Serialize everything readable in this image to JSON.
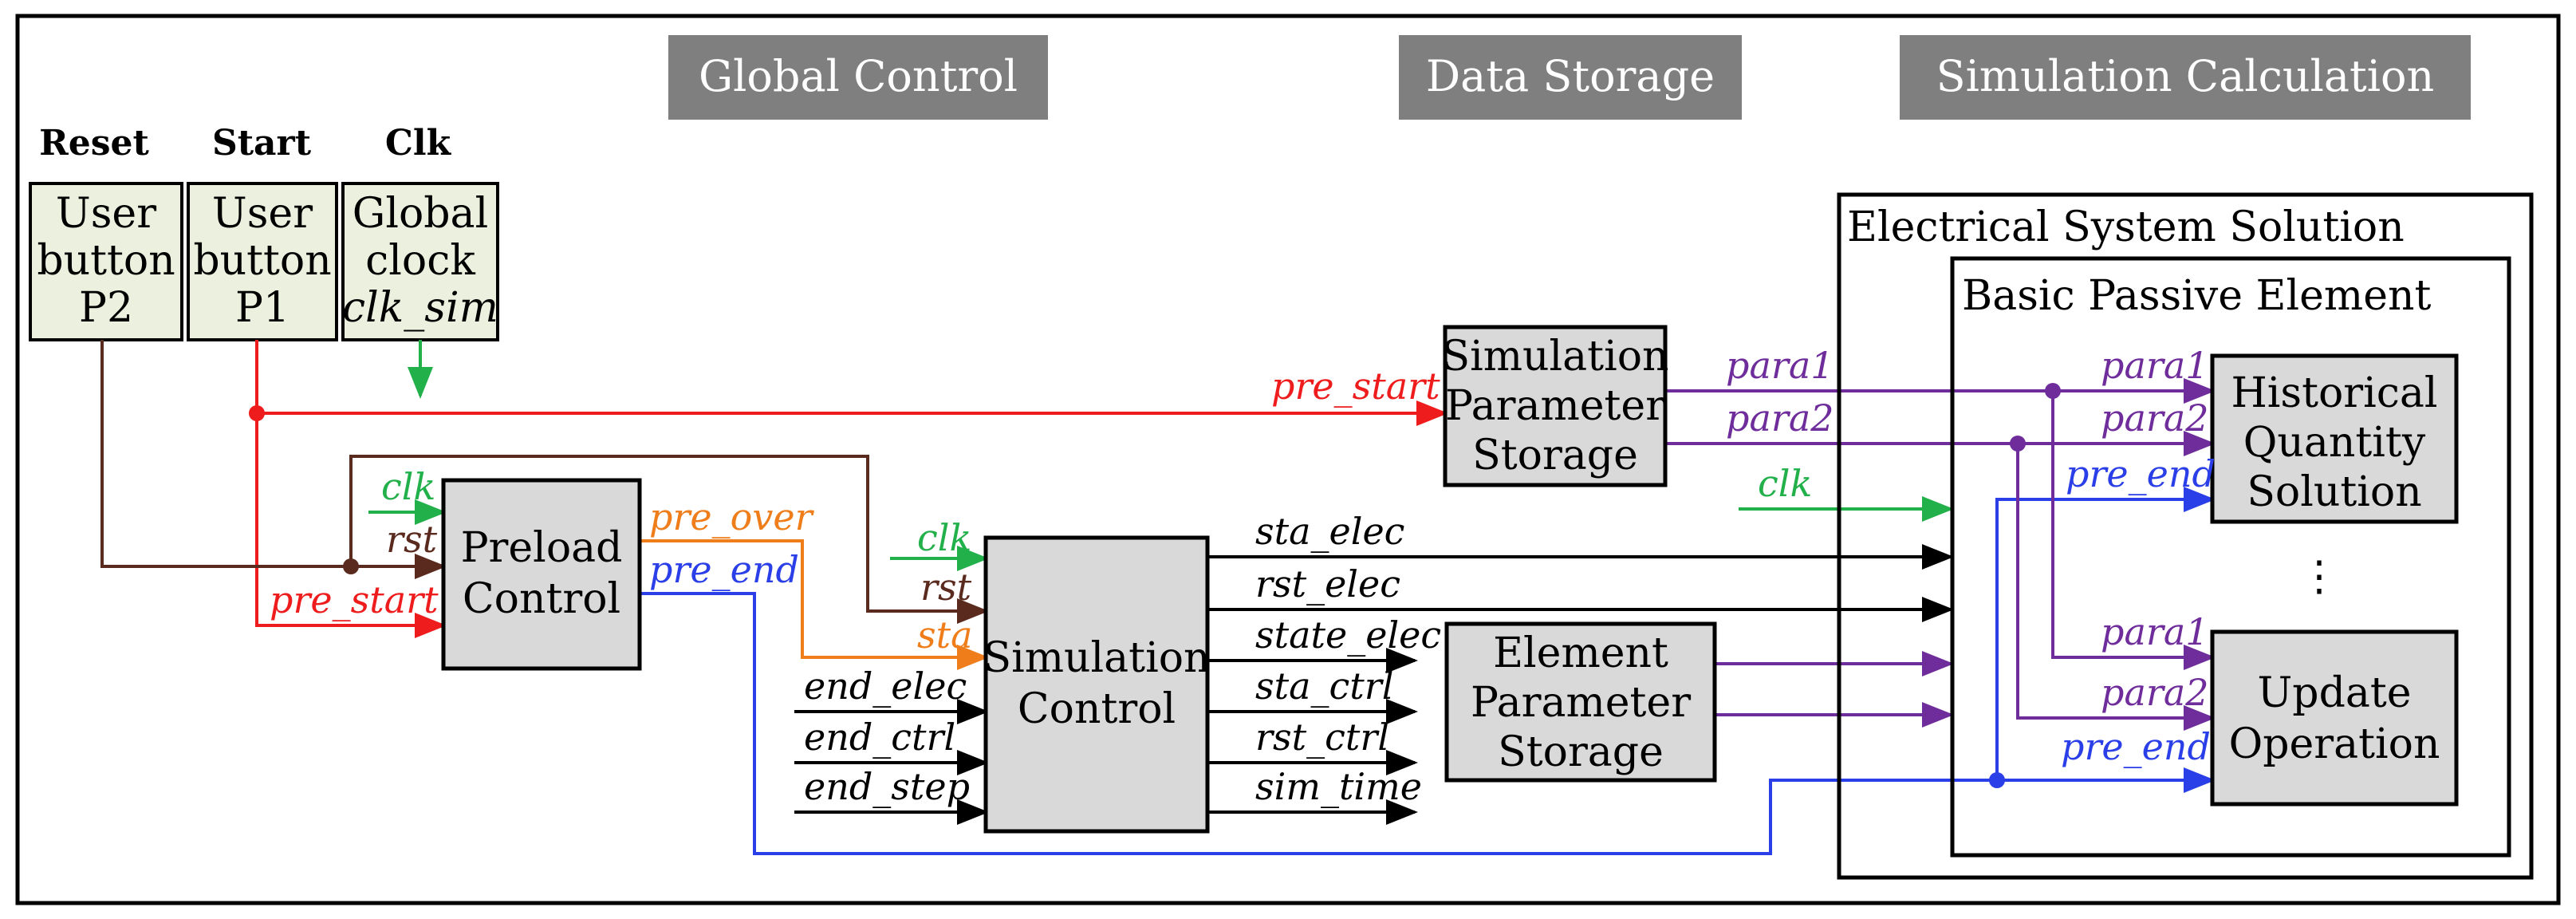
{
  "headers": {
    "global_control": "Global Control",
    "data_storage": "Data Storage",
    "simulation_calculation": "Simulation Calculation"
  },
  "inputs": {
    "reset": {
      "name": "Reset",
      "line1": "User",
      "line2": "button",
      "line3": "P2"
    },
    "start": {
      "name": "Start",
      "line1": "User",
      "line2": "button",
      "line3": "P1"
    },
    "clk": {
      "name": "Clk",
      "line1": "Global",
      "line2": "clock",
      "line3": "clk_sim"
    }
  },
  "blocks": {
    "preload": {
      "line1": "Preload",
      "line2": "Control"
    },
    "sim_control": {
      "line1": "Simulation",
      "line2": "Control"
    },
    "sim_param": {
      "line1": "Simulation",
      "line2": "Parameter",
      "line3": "Storage"
    },
    "elem_param": {
      "line1": "Element",
      "line2": "Parameter",
      "line3": "Storage"
    },
    "electrical": {
      "title": "Electrical System Solution"
    },
    "passive": {
      "title": "Basic Passive Element"
    },
    "historical": {
      "line1": "Historical",
      "line2": "Quantity",
      "line3": "Solution"
    },
    "update": {
      "line1": "Update",
      "line2": "Operation"
    },
    "ellipsis": "⋮"
  },
  "signals": {
    "pre_start": "pre_start",
    "pre_start_top": "pre_start",
    "clk_preload": "clk",
    "rst_preload": "rst",
    "pre_over": "pre_over",
    "pre_end": "pre_end",
    "clk_sim": "clk",
    "rst_sim": "rst",
    "sta_sim": "sta",
    "end_elec": "end_elec",
    "end_ctrl": "end_ctrl",
    "end_step": "end_step",
    "sta_elec": "sta_elec",
    "rst_elec": "rst_elec",
    "state_elec": "state_elec",
    "sta_ctrl": "sta_ctrl",
    "rst_ctrl": "rst_ctrl",
    "sim_time": "sim_time",
    "para1_top": "para1",
    "para2_top": "para2",
    "clk_elec": "clk",
    "para1_hist": "para1",
    "para2_hist": "para2",
    "pre_end_hist": "pre_end",
    "para1_upd": "para1",
    "para2_upd": "para2",
    "pre_end_upd": "pre_end"
  },
  "colors": {
    "red": "#ee1c1c",
    "brown": "#5a2a1e",
    "green": "#22b04b",
    "orange": "#ee7d1a",
    "blue": "#2b3fe8",
    "purple": "#6f2d9c",
    "header_bg": "#7f7f7f",
    "block_fill": "#d9d9d9",
    "input_fill": "#ebf1de"
  }
}
